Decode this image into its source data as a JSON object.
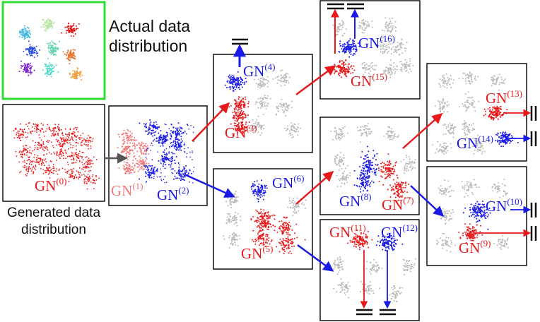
{
  "colors": {
    "red": "#e8191b",
    "red_dark": "#b71818",
    "red_light": "#f07a7a",
    "blue": "#1a1ae6",
    "gray": "#b9b9b9",
    "green_frame": "#33dd33",
    "arrow_gray": "#555555"
  },
  "captions": {
    "actual_line1": "Actual data",
    "actual_line2": "distribution",
    "generated_line1": "Generated data",
    "generated_line2": "distribution"
  },
  "labels": {
    "gn0": {
      "base": "GN",
      "sup": "(0)"
    },
    "gn1": {
      "base": "GN",
      "sup": "(1)"
    },
    "gn2": {
      "base": "GN",
      "sup": "(2)"
    },
    "gn3": {
      "base": "GN",
      "sup": "(3)"
    },
    "gn4": {
      "base": "GN",
      "sup": "(4)"
    },
    "gn5": {
      "base": "GN",
      "sup": "(5)"
    },
    "gn6": {
      "base": "GN",
      "sup": "(6)"
    },
    "gn7": {
      "base": "GN",
      "sup": "(7)"
    },
    "gn8": {
      "base": "GN",
      "sup": "(8)"
    },
    "gn9": {
      "base": "GN",
      "sup": "(9)"
    },
    "gn10": {
      "base": "GN",
      "sup": "(10)"
    },
    "gn11": {
      "base": "GN",
      "sup": "(11)"
    },
    "gn12": {
      "base": "GN",
      "sup": "(12)"
    },
    "gn13": {
      "base": "GN",
      "sup": "(13)"
    },
    "gn14": {
      "base": "GN",
      "sup": "(14)"
    },
    "gn15": {
      "base": "GN",
      "sup": "(15)"
    },
    "gn16": {
      "base": "GN",
      "sup": "(16)"
    }
  },
  "actual_cluster_colors": [
    "#3fb7e0",
    "#b6e3a0",
    "#e01b1b",
    "#2b4fe0",
    "#5fd3b0",
    "#e8742e",
    "#7a1fd0",
    "#4fd8c8",
    "#f0a040"
  ]
}
